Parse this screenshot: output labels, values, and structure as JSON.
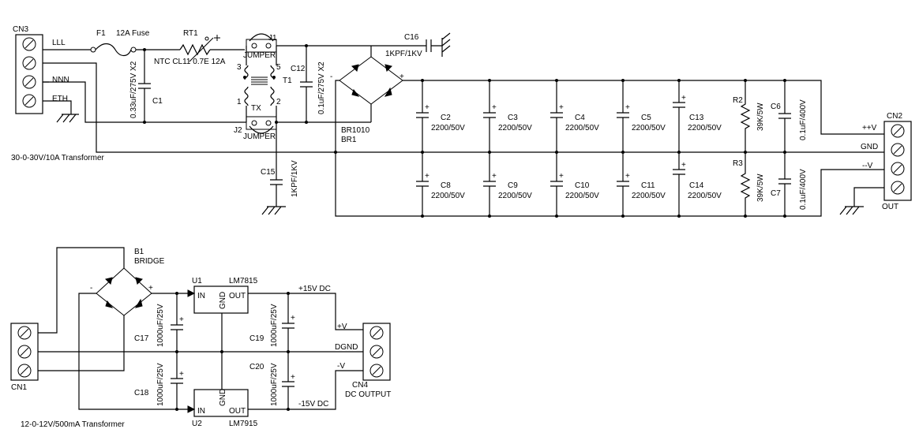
{
  "connectors": {
    "cn3": {
      "ref": "CN3",
      "pins": [
        "LLL",
        "NNN",
        "ETH"
      ]
    },
    "cn2": {
      "ref": "CN2",
      "pins": [
        "++V",
        "GND",
        "--V"
      ],
      "label": "OUT"
    },
    "cn1": {
      "ref": "CN1"
    },
    "cn4": {
      "ref": "CN4",
      "pins": [
        "+V",
        "DGND",
        "-V"
      ],
      "label": "DC OUTPUT"
    }
  },
  "fuse": {
    "ref": "F1",
    "value": "12A Fuse"
  },
  "thermistor": {
    "ref": "RT1",
    "value": "NTC CL11 0.7E 12A"
  },
  "jumpers": {
    "j1": {
      "ref": "J1",
      "label": "JUMPER"
    },
    "j2": {
      "ref": "J2",
      "label": "JUMPER"
    }
  },
  "transformer_t1": {
    "ref": "T1",
    "label": "TX",
    "pins": [
      "3",
      "5",
      "1",
      "2"
    ]
  },
  "caps_ac": {
    "c1": {
      "ref": "C1",
      "value": "0.33uF/275V X2"
    },
    "c12": {
      "ref": "C12",
      "value": "0.1uF/275V X2"
    },
    "c15": {
      "ref": "C15",
      "value": "1KPF/1KV"
    },
    "c16": {
      "ref": "C16",
      "value": "1KPF/1KV"
    }
  },
  "bridge_main": {
    "ref": "BR1",
    "part": "BR1010",
    "minus": "-",
    "plus": "+"
  },
  "bulk_caps_top": [
    {
      "ref": "C2",
      "value": "2200/50V"
    },
    {
      "ref": "C3",
      "value": "2200/50V"
    },
    {
      "ref": "C4",
      "value": "2200/50V"
    },
    {
      "ref": "C5",
      "value": "2200/50V"
    },
    {
      "ref": "C13",
      "value": "2200/50V"
    }
  ],
  "bulk_caps_bottom": [
    {
      "ref": "C8",
      "value": "2200/50V"
    },
    {
      "ref": "C9",
      "value": "2200/50V"
    },
    {
      "ref": "C10",
      "value": "2200/50V"
    },
    {
      "ref": "C11",
      "value": "2200/50V"
    },
    {
      "ref": "C14",
      "value": "2200/50V"
    }
  ],
  "resistors": {
    "r2": {
      "ref": "R2",
      "value": "39K/5W"
    },
    "r3": {
      "ref": "R3",
      "value": "39K/5W"
    }
  },
  "film_caps": {
    "c6": {
      "ref": "C6",
      "value": "0.1uF/400V"
    },
    "c7": {
      "ref": "C7",
      "value": "0.1uF/400V"
    }
  },
  "main_transformer": "30-0-30V/10A Transformer",
  "small_transformer": "12-0-12V/500mA Transformer",
  "bridge_small": {
    "ref": "B1",
    "label": "BRIDGE"
  },
  "regulators": {
    "u1": {
      "ref": "U1",
      "part": "LM7815",
      "in": "IN",
      "gnd": "GND",
      "out": "OUT"
    },
    "u2": {
      "ref": "U2",
      "part": "LM7915",
      "in": "IN",
      "gnd": "GND",
      "out": "OUT"
    }
  },
  "reg_caps": {
    "c17": {
      "ref": "C17",
      "value": "1000uF/25V"
    },
    "c18": {
      "ref": "C18",
      "value": "1000uF/25V"
    },
    "c19": {
      "ref": "C19",
      "value": "1000uF/25V"
    },
    "c20": {
      "ref": "C20",
      "value": "1000uF/25V"
    }
  },
  "rails": {
    "pos": "+15V DC",
    "neg": "-15V DC"
  },
  "polarity": {
    "plus": "+",
    "minus": "-"
  }
}
